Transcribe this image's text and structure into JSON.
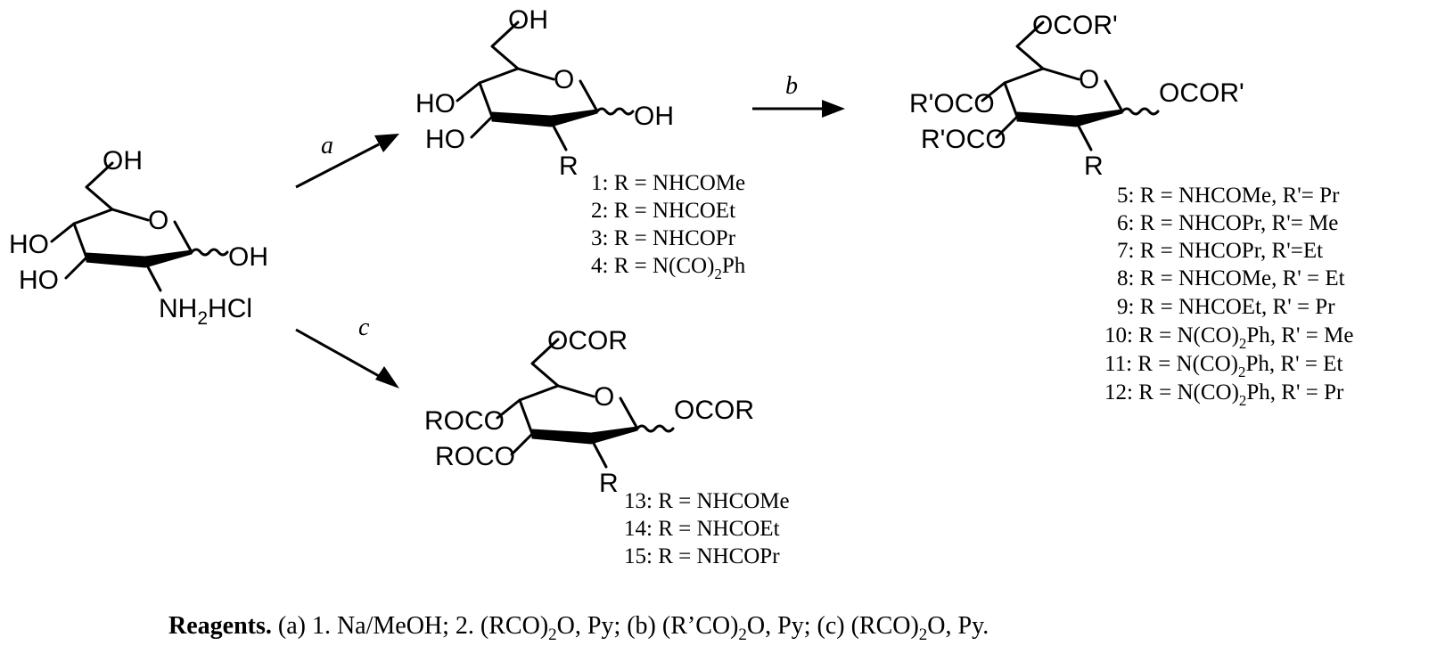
{
  "starting_material": {
    "top": "OH",
    "c4": "HO",
    "c3": "HO",
    "ring_o": "O",
    "anomeric": "OH",
    "amine_prefix": "NH",
    "amine_sub": "2",
    "amine_salt": "HCl"
  },
  "arrows": {
    "a": "a",
    "b": "b",
    "c": "c"
  },
  "product_1_4": {
    "top": "OH",
    "c4": "HO",
    "c3": "HO",
    "ring_o": "O",
    "anomeric": "OH",
    "r": "R",
    "labels": [
      {
        "prefix": "1: R = NHCOMe",
        "sub": "",
        "suffix": ""
      },
      {
        "prefix": "2: R = NHCOEt",
        "sub": "",
        "suffix": ""
      },
      {
        "prefix": "3: R = NHCOPr",
        "sub": "",
        "suffix": ""
      },
      {
        "prefix": "4: R = N(CO)",
        "sub": "2",
        "suffix": "Ph"
      }
    ]
  },
  "product_5_12": {
    "top": "OCOR'",
    "c4": "R'OCO",
    "c3": "R'OCO",
    "ring_o": "O",
    "anomeric": "OCOR'",
    "r": "R",
    "labels": [
      {
        "prefix": "5: R = NHCOMe, R'= Pr",
        "sub": "",
        "suffix": ""
      },
      {
        "prefix": "6: R = NHCOPr, R'= Me",
        "sub": "",
        "suffix": ""
      },
      {
        "prefix": "7: R = NHCOPr, R'=Et",
        "sub": "",
        "suffix": ""
      },
      {
        "prefix": "8: R = NHCOMe, R' = Et",
        "sub": "",
        "suffix": ""
      },
      {
        "prefix": "9: R = NHCOEt, R' = Pr",
        "sub": "",
        "suffix": ""
      },
      {
        "prefix": "10: R = N(CO)",
        "sub": "2",
        "suffix": "Ph, R' = Me"
      },
      {
        "prefix": "11: R = N(CO)",
        "sub": "2",
        "suffix": "Ph, R' = Et"
      },
      {
        "prefix": "12: R = N(CO)",
        "sub": "2",
        "suffix": "Ph, R' = Pr"
      }
    ]
  },
  "product_13_15": {
    "top": "OCOR",
    "c4": "ROCO",
    "c3": "ROCO",
    "ring_o": "O",
    "anomeric": "OCOR",
    "r": "R",
    "labels": [
      {
        "prefix": "13: R = NHCOMe",
        "sub": "",
        "suffix": ""
      },
      {
        "prefix": "14: R = NHCOEt",
        "sub": "",
        "suffix": ""
      },
      {
        "prefix": "15: R = NHCOPr",
        "sub": "",
        "suffix": ""
      }
    ]
  },
  "caption": {
    "bold": "Reagents.",
    "p1": " (a) 1. Na/MeOH; 2. (RCO)",
    "s1": "2",
    "p2": "O, Py; (b) (R’CO)",
    "s2": "2",
    "p3": "O, Py; (c) (RCO)",
    "s3": "2",
    "p4": "O, Py."
  }
}
